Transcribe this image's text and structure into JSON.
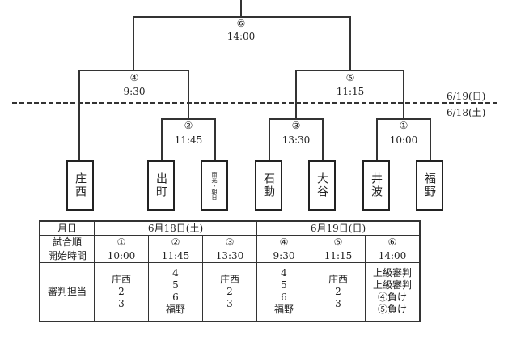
{
  "bracket": {
    "final": {
      "no": "⑥",
      "time": "14:00"
    },
    "semis": [
      {
        "no": "④",
        "time": "9:30"
      },
      {
        "no": "⑤",
        "time": "11:15"
      }
    ],
    "firsts": [
      {
        "no": "②",
        "time": "11:45"
      },
      {
        "no": "③",
        "time": "13:30"
      },
      {
        "no": "①",
        "time": "10:00"
      }
    ],
    "dates": {
      "upper": "6/19(日)",
      "lower": "6/18(土)"
    },
    "teams": [
      "庄西",
      "出町",
      "南光・朝日",
      "石動",
      "大谷",
      "井波",
      "福野"
    ]
  },
  "table": {
    "row_labels": [
      "月日",
      "試合順",
      "開始時間",
      "審判担当"
    ],
    "dates": [
      "6月18日(土)",
      "6月19日(日)"
    ],
    "order": [
      "①",
      "②",
      "③",
      "④",
      "⑤",
      "⑥"
    ],
    "times": [
      "10:00",
      "11:45",
      "13:30",
      "9:30",
      "11:15",
      "14:00"
    ],
    "referees": [
      [
        "庄西",
        "2",
        "3"
      ],
      [
        "4",
        "5",
        "6",
        "福野"
      ],
      [
        "庄西",
        "2",
        "3"
      ],
      [
        "4",
        "5",
        "6",
        "福野"
      ],
      [
        "庄西",
        "2",
        "3"
      ],
      [
        "上級審判",
        "上級審判",
        "④負け",
        "⑤負け"
      ]
    ]
  }
}
